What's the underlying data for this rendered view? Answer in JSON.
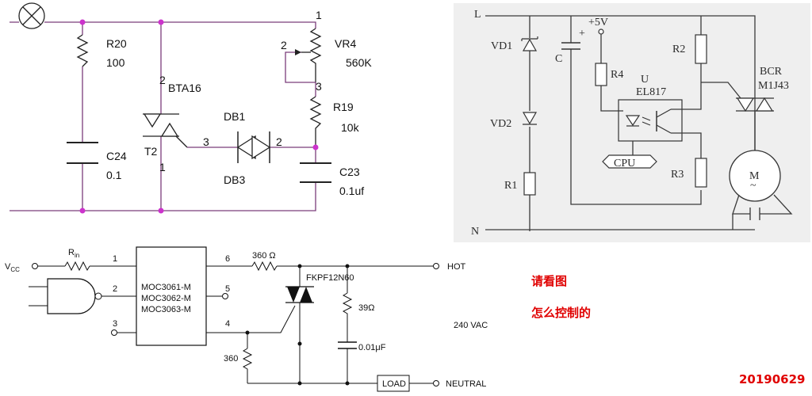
{
  "circuit1": {
    "R20": "R20",
    "R20_val": "100",
    "C24": "C24",
    "C24_val": "0.1",
    "triac": "BTA16",
    "T2": "T2",
    "pin2": "2",
    "pin1": "1",
    "pin3": "3",
    "DB1": "DB1",
    "DB3": "DB3",
    "VR4": "VR4",
    "VR4_val": "560K",
    "R19": "R19",
    "R19_val": "10k",
    "C23": "C23",
    "C23_val": "0.1uf"
  },
  "circuit2": {
    "L": "L",
    "N": "N",
    "VD1": "VD1",
    "VD2": "VD2",
    "R1": "R1",
    "C": "C",
    "plus": "+",
    "v5": "+5V",
    "R4": "R4",
    "U": "U",
    "EL817": "EL817",
    "CPU": "CPU",
    "R2": "R2",
    "R3": "R3",
    "BCR": "BCR",
    "M1J43": "M1J43",
    "M": "M"
  },
  "circuit3": {
    "vcc_v": "V",
    "vcc_cc": "CC",
    "rin_r": "R",
    "rin_in": "in",
    "p1": "1",
    "p2": "2",
    "p3": "3",
    "p4": "4",
    "p5": "5",
    "p6": "6",
    "moc1": "MOC3061-M",
    "moc2": "MOC3062-M",
    "moc3": "MOC3063-M",
    "r360a": "360 Ω",
    "triac": "FKPF12N60",
    "hot": "HOT",
    "r39": "39Ω",
    "c001": "0.01μF",
    "vac": "240 VAC",
    "r360b": "360",
    "load": "LOAD",
    "neutral": "NEUTRAL"
  },
  "question": {
    "line1": "请看图",
    "line2": "怎么控制的"
  },
  "date": "20190629"
}
